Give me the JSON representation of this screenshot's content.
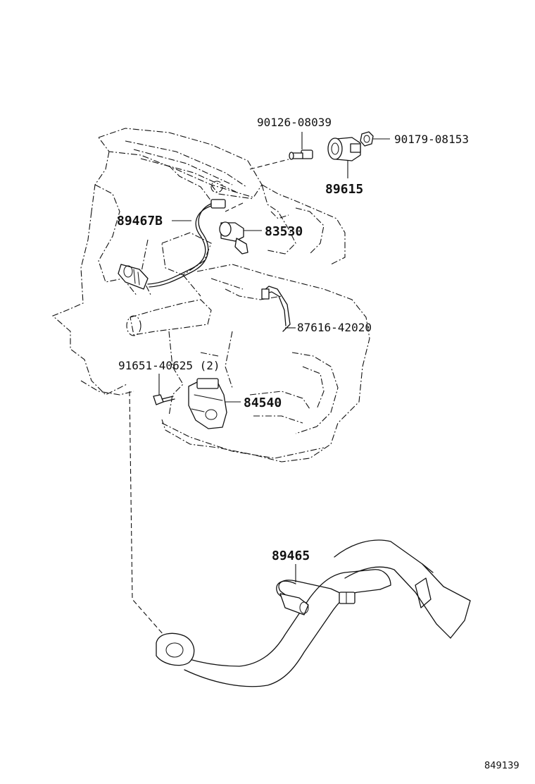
{
  "labels": {
    "bolt_top": "90126-08039",
    "nut_right": "90179-08153",
    "knock_sensor": "89615",
    "oxygen_sensor_upper": "89467B",
    "temp_sensor": "83530",
    "wire_clamp": "87616-42020",
    "bolt_switch": "91651-40625 (2)",
    "neutral_switch": "84540",
    "oxygen_sensor_lower": "89465",
    "diagram_code": "849139"
  }
}
